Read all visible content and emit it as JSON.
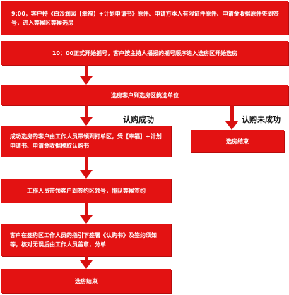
{
  "flowchart": {
    "step_1": "9:00，客户持《白沙润园【幸福】+计划申请书》原件、申请方本人有限证件原件、申请金收据原件签到签号，进入等候区等候选房",
    "step_2": "10：00正式开始摇号，客户按主持人播报的摇号顺序进入选房区开始选房",
    "step_3": "选房客户到选房区挑选单位",
    "branch_success_label": "认购成功",
    "branch_fail_label": "认购未成功",
    "success_step_1": "成功选房的客户由工作人员带领到打单区，凭【幸福】+计划申请书、申请金收据换取认购书",
    "success_step_2": "工作人员带领客户到签约区领号，排队等候签约",
    "success_step_3": "客户在签约区工作人员的指引下签署《认购书》及签约须知等，核对无误后由工作人员盖章，分单",
    "success_end": "选房结束",
    "fail_end": "选房结束"
  },
  "colors": {
    "box_fill": "#e31212",
    "box_text": "#ffffff",
    "arrow": "#d81010",
    "label_text": "#111111"
  }
}
